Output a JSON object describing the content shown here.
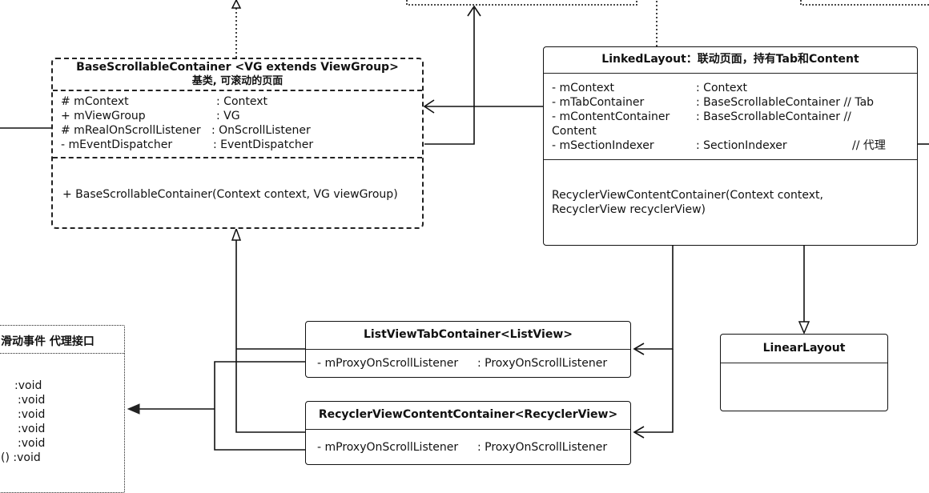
{
  "base": {
    "title": "BaseScrollableContainer <VG extends ViewGroup>",
    "subtitle": "基类, 可滚动的页面",
    "fields": [
      {
        "name": "# mContext",
        "type": ": Context"
      },
      {
        "name": " + mViewGroup",
        "type": ": VG"
      },
      {
        "name": "# mRealOnScrollListener",
        "type": ": OnScrollListener"
      },
      {
        "name": "- mEventDispatcher",
        "type": ": EventDispatcher"
      }
    ],
    "method": "+ BaseScrollableContainer(Context context, VG viewGroup)"
  },
  "linked": {
    "title": "LinkedLayout：联动页面，持有Tab和Content",
    "fields": [
      {
        "name": "- mContext",
        "type": ": Context",
        "comment": ""
      },
      {
        "name": "- mTabContainer",
        "type": ": BaseScrollableContainer  // Tab",
        "comment": ""
      },
      {
        "name": "- mContentContainer",
        "type": ": BaseScrollableContainer  //",
        "comment": ""
      },
      {
        "name": "Content",
        "type": "",
        "comment": ""
      },
      {
        "name": "- mSectionIndexer",
        "type": ": SectionIndexer",
        "comment": "// 代理"
      }
    ],
    "method_line1": "RecyclerViewContentContainer(Context context,",
    "method_line2": "RecyclerView recyclerView)"
  },
  "listview": {
    "title": "ListViewTabContainer<ListView>",
    "field": {
      "name": "-  mProxyOnScrollListener",
      "type": ": ProxyOnScrollListener"
    }
  },
  "recycler": {
    "title": "RecyclerViewContentContainer<RecyclerView>",
    "field": {
      "name": "-  mProxyOnScrollListener",
      "type": ": ProxyOnScrollListener"
    }
  },
  "linear": {
    "title": "LinearLayout"
  },
  "iface": {
    "title": "滑动事件 代理接口",
    "returns": [
      ":void",
      ":void",
      ":void",
      ":void",
      ":void",
      "()  :void"
    ]
  }
}
